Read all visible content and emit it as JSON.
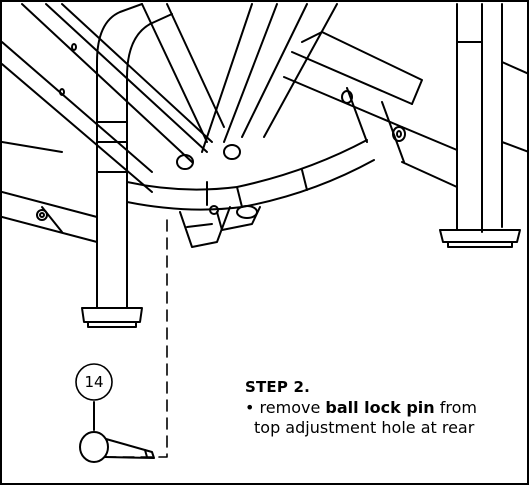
{
  "callout": {
    "number": "14",
    "part": "ball lock pin"
  },
  "step": {
    "title": "STEP 2.",
    "bullet": "•",
    "line1_prefix": "remove ",
    "line1_bold": "ball lock pin",
    "line1_suffix": " from",
    "line2": "top adjustment hole at rear"
  },
  "colors": {
    "line": "#000000",
    "background": "#ffffff"
  }
}
